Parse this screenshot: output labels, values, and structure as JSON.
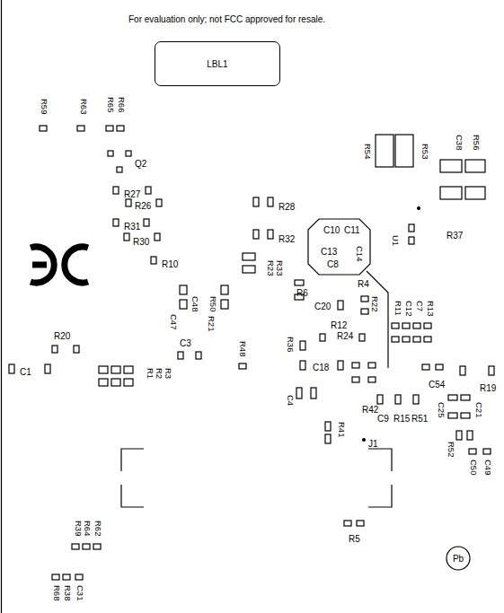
{
  "diagram": {
    "nodes": [
      {
        "text": [
          "LBL1"
        ]
      },
      {
        "text": [
          "Pb"
        ]
      }
    ],
    "labels": [
      "For evaluation only; not FCC approved for resale.",
      "R59",
      "R63",
      "R65",
      "R66",
      "R54",
      "R53",
      "C38",
      "R56",
      "Q2",
      "R27",
      "R26",
      "R31",
      "R30",
      "R10",
      "R28",
      "R32",
      "C10",
      "C11",
      "C13",
      "C8",
      "C14",
      "U1",
      "R37",
      "R23",
      "R33",
      "R6",
      "R4",
      "C20",
      "R22",
      "R11",
      "C12",
      "C7",
      "R13",
      "C47",
      "C48",
      "R21",
      "R50",
      "R12",
      "R24",
      "R36",
      "C3",
      "R48",
      "R20",
      "C1",
      "R1",
      "R2",
      "R3",
      "C18",
      "C4",
      "C54",
      "R19",
      "R42",
      "C9",
      "R15",
      "R51",
      "R41",
      "C25",
      "C21",
      "J1",
      "R52",
      "C50",
      "C49",
      "R5",
      "R39",
      "R64",
      "R62",
      "R68",
      "R38",
      "C31"
    ]
  }
}
